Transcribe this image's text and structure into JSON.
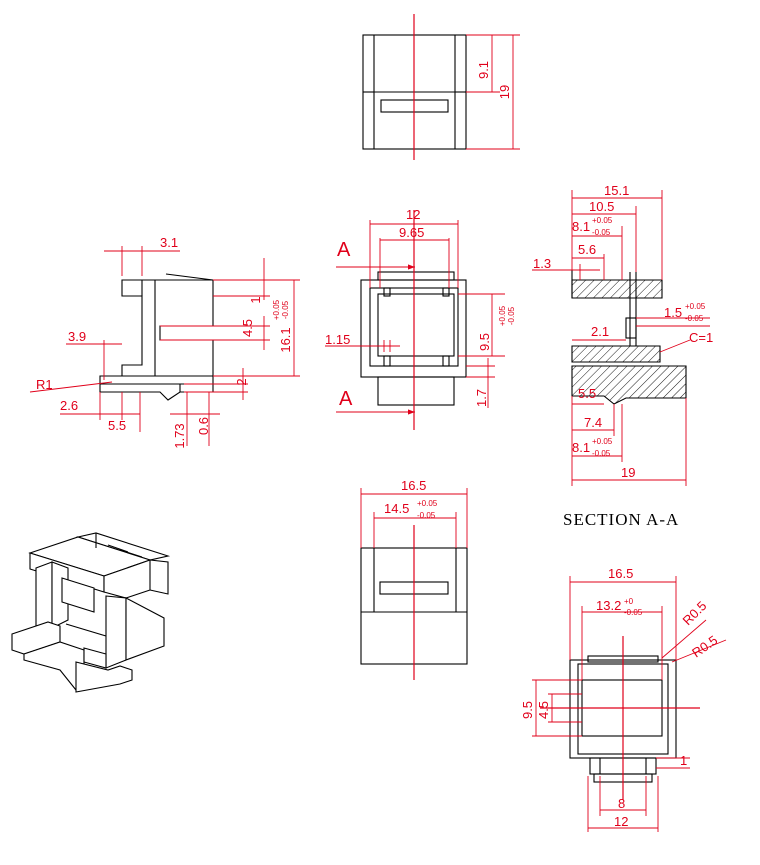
{
  "top_view": {
    "dims": [
      "9.1",
      "19"
    ]
  },
  "side_view": {
    "dims": [
      "3.1",
      "1",
      "4.5",
      "16.1",
      "+0.05",
      "-0.05",
      "3.9",
      "2",
      "R1",
      "2.6",
      "5.5",
      "1.73",
      "0.6"
    ]
  },
  "front_view": {
    "dims": [
      "12",
      "9.65",
      "1.15",
      "9.5",
      "+0.05",
      "-0.05",
      "1.7"
    ],
    "section_letter_top": "A",
    "section_letter_bottom": "A"
  },
  "section_view": {
    "dims": [
      "15.1",
      "10.5",
      "8.1",
      "+0.05",
      "-0.05",
      "5.6",
      "1.3",
      "1.5",
      "+0.05",
      "-0.05",
      "2.1",
      "C=1",
      "5.5",
      "7.4",
      "8.1",
      "+0.05",
      "-0.05",
      "19"
    ],
    "title": "SECTION A-A"
  },
  "bottom_view": {
    "dims": [
      "16.5",
      "14.5",
      "+0.05",
      "-0.05"
    ]
  },
  "rear_view": {
    "dims": [
      "16.5",
      "13.2",
      "+0",
      "-0.05",
      "R0.5",
      "R0.5",
      "9.5",
      "4.5",
      "1",
      "8",
      "12"
    ]
  },
  "colors": {
    "dimension": "#e0001a",
    "outline": "#000000"
  },
  "iso_view": {
    "icon": "keystone-coupler-isometric-icon"
  }
}
